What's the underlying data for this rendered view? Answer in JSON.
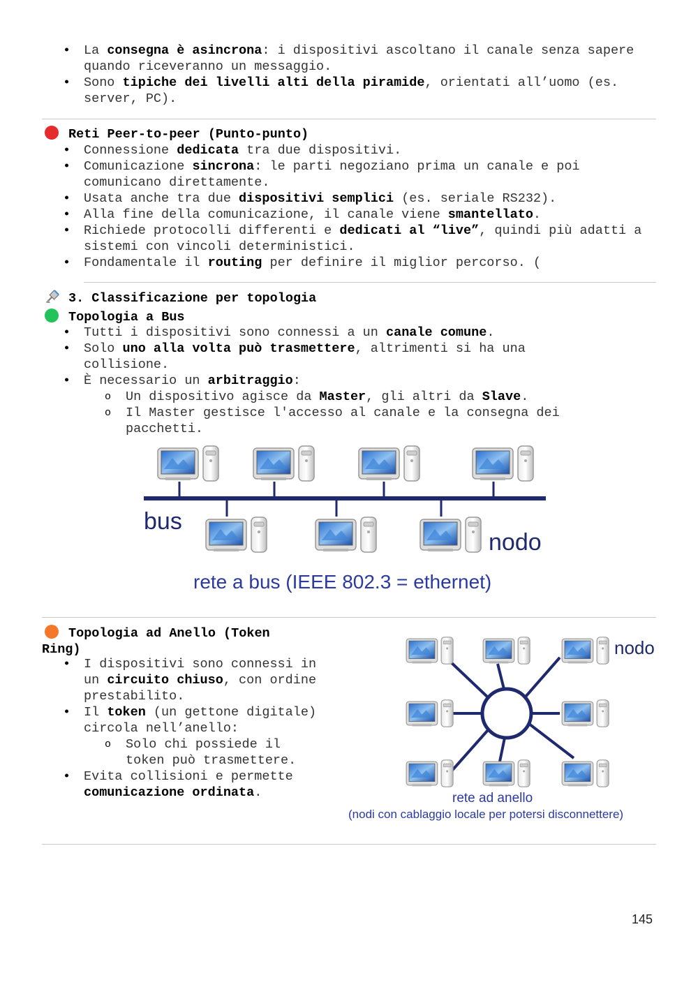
{
  "intro_bullets": [
    {
      "pre": "La ",
      "bold": "consegna è asincrona",
      "post": ": i dispositivi ascoltano il canale senza sapere quando riceveranno un messaggio."
    },
    {
      "pre": "Sono ",
      "bold": "tipiche dei livelli alti della piramide",
      "post": ", orientati all’uomo (es. server, PC)."
    }
  ],
  "p2p": {
    "title": "Reti Peer-to-peer (Punto-punto)",
    "dot_color": "#e52b2b",
    "b1": {
      "pre": "Connessione ",
      "bold": "dedicata",
      "post": " tra due dispositivi."
    },
    "b2": {
      "pre": "Comunicazione ",
      "bold": "sincrona",
      "post": ": le parti negoziano prima un canale e poi comunicano direttamente."
    },
    "b3": {
      "pre": "Usata anche tra due ",
      "bold": "dispositivi semplici",
      "post": " (es. seriale RS232)."
    },
    "b4": {
      "pre": "Alla fine della comunicazione, il canale viene ",
      "bold": "smantellato",
      "post": "."
    },
    "b5": {
      "pre": "Richiede protocolli differenti e ",
      "bold": "dedicati al “live”",
      "post": ", quindi più adatti a sistemi con vincoli deterministici."
    },
    "b6": {
      "pre": "Fondamentale il ",
      "bold": "routing",
      "post": " per definire il miglior percorso. ("
    }
  },
  "section3": {
    "icon": "satellite-icon",
    "title": "3. Classificazione per topologia"
  },
  "bus": {
    "title": "Topologia a Bus",
    "dot_color": "#22c35a",
    "b1": {
      "pre": "Tutti i dispositivi sono connessi a un ",
      "bold": "canale comune",
      "post": "."
    },
    "b2": {
      "pre": "Solo ",
      "bold": "uno alla volta può trasmettere",
      "post": ", altrimenti si ha una collisione."
    },
    "b3": {
      "pre": "È necessario un ",
      "bold": "arbitraggio",
      "post": ":"
    },
    "s1": {
      "pre": "Un dispositivo agisce da ",
      "bold1": "Master",
      "mid": ", gli altri da ",
      "bold2": "Slave",
      "post": "."
    },
    "s2": "Il Master gestisce l'accesso al canale e la consegna dei pacchetti.",
    "diagram": {
      "label_bus": "bus",
      "label_node": "nodo",
      "caption": "rete a bus (IEEE 802.3 = ethernet)",
      "line_color": "#1f2a6e",
      "caption_color": "#2b3aa0"
    }
  },
  "ring": {
    "title": "Topologia ad Anello (Token Ring)",
    "dot_color": "#f5782a",
    "b1": {
      "pre": "I dispositivi sono connessi in un ",
      "bold": "circuito chiuso",
      "post": ", con ordine prestabilito."
    },
    "b2": {
      "pre": "Il ",
      "bold": "token",
      "post": " (un gettone digitale) circola nell’anello:"
    },
    "s1": "Solo chi possiede il token può trasmettere.",
    "b3": {
      "pre": "Evita collisioni e permette ",
      "bold": "comunicazione ordinata",
      "post": "."
    },
    "diagram": {
      "label_node": "nodo",
      "caption1": "rete ad anello",
      "caption2": "(nodi con cablaggio locale per potersi disconnettere)",
      "line_color": "#1f2a6e",
      "caption_color": "#2b3aa0"
    }
  },
  "page_number": "145"
}
